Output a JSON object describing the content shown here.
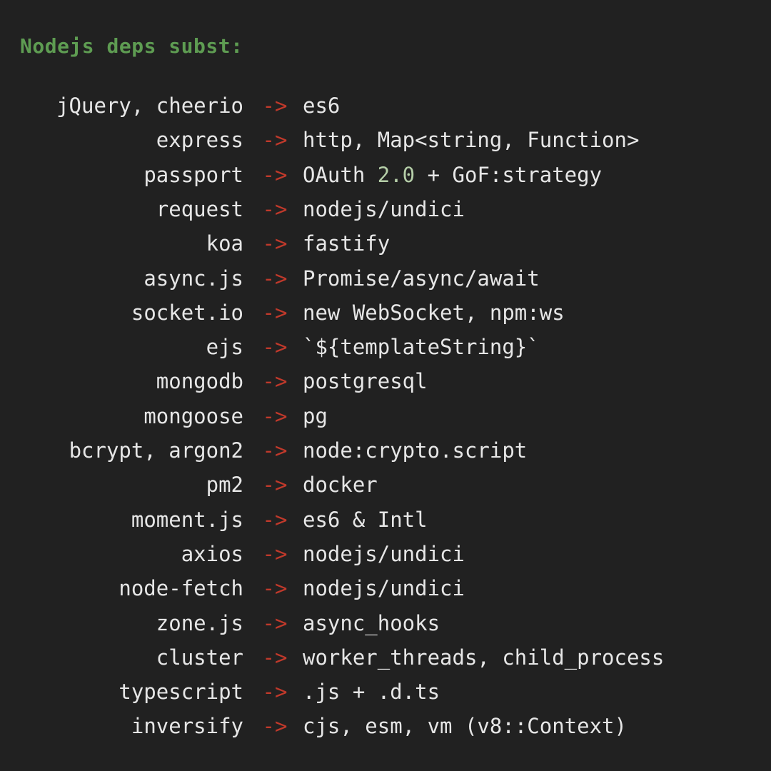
{
  "background_color": "#212121",
  "colors": {
    "header_green": "#5e9c52",
    "text": "#e6e6e6",
    "arrow_red": "#c0392b",
    "number_green": "#b5cea8"
  },
  "header": {
    "title": "Nodejs deps subst:"
  },
  "arrow_glyph": "->",
  "rows": [
    {
      "source": "jQuery, cheerio",
      "arrow": "->",
      "target": "es6"
    },
    {
      "source": "express",
      "arrow": "->",
      "target": "http, Map<string, Function>"
    },
    {
      "source": "passport",
      "arrow": "->",
      "target": "OAuth 2.0 + GoF:strategy",
      "target_pre": "OAuth ",
      "target_num": "2.0",
      "target_post": " + GoF:strategy"
    },
    {
      "source": "request",
      "arrow": "->",
      "target": "nodejs/undici"
    },
    {
      "source": "koa",
      "arrow": "->",
      "target": "fastify"
    },
    {
      "source": "async.js",
      "arrow": "->",
      "target": "Promise/async/await"
    },
    {
      "source": "socket.io",
      "arrow": "->",
      "target": "new WebSocket, npm:ws"
    },
    {
      "source": "ejs",
      "arrow": "->",
      "target": "`${templateString}`"
    },
    {
      "source": "mongodb",
      "arrow": "->",
      "target": "postgresql"
    },
    {
      "source": "mongoose",
      "arrow": "->",
      "target": "pg"
    },
    {
      "source": "bcrypt, argon2",
      "arrow": "->",
      "target": "node:crypto.script"
    },
    {
      "source": "pm2",
      "arrow": "->",
      "target": "docker"
    },
    {
      "source": "moment.js",
      "arrow": "->",
      "target": "es6 & Intl"
    },
    {
      "source": "axios",
      "arrow": "->",
      "target": "nodejs/undici"
    },
    {
      "source": "node-fetch",
      "arrow": "->",
      "target": "nodejs/undici"
    },
    {
      "source": "zone.js",
      "arrow": "->",
      "target": "async_hooks"
    },
    {
      "source": "cluster",
      "arrow": "->",
      "target": "worker_threads, child_process"
    },
    {
      "source": "typescript",
      "arrow": "->",
      "target": ".js + .d.ts"
    },
    {
      "source": "inversify",
      "arrow": "->",
      "target": "cjs, esm, vm (v8::Context)"
    }
  ]
}
